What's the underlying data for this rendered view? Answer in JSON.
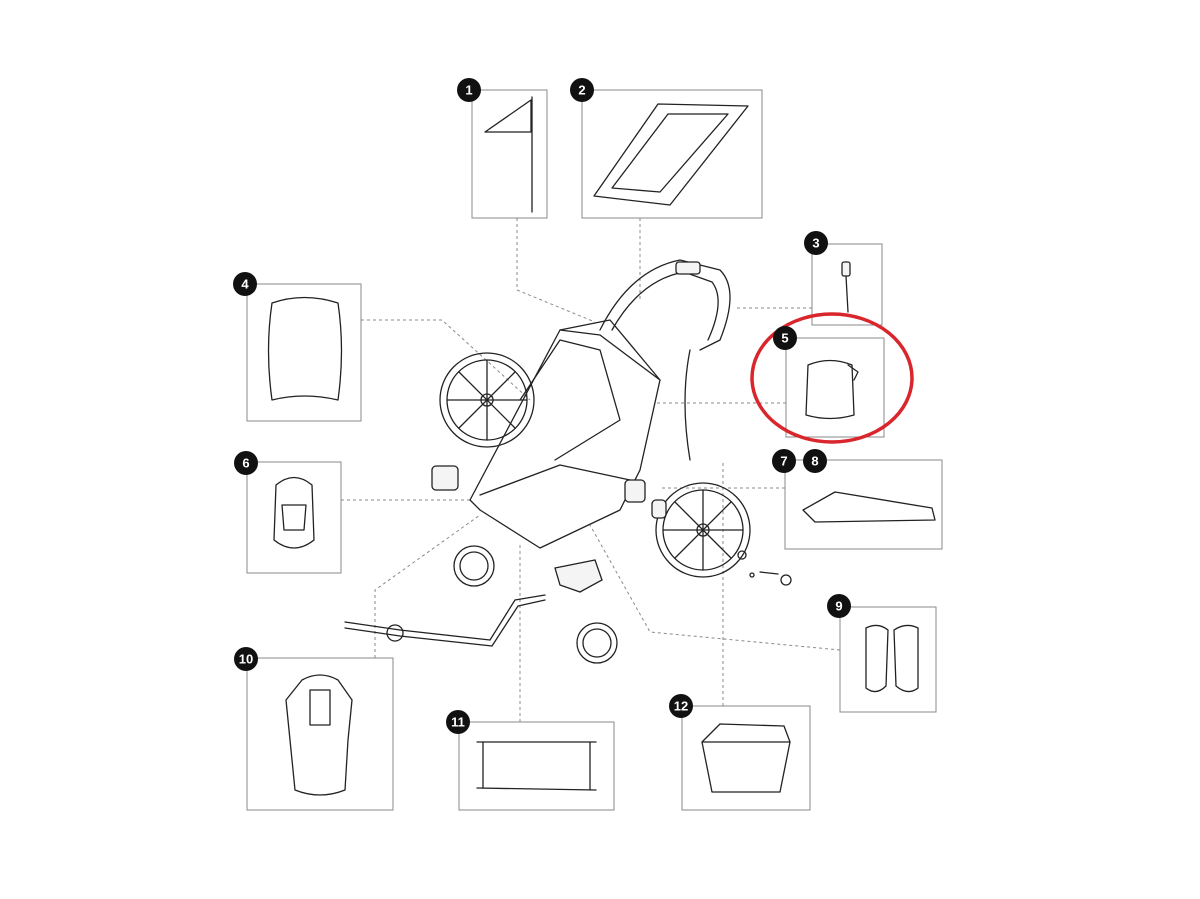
{
  "diagram": {
    "title": "Parts diagram",
    "highlight_color": "#d9262c",
    "highlighted_part": "5",
    "parts": [
      {
        "id": "1",
        "label": "1"
      },
      {
        "id": "2",
        "label": "2"
      },
      {
        "id": "3",
        "label": "3"
      },
      {
        "id": "4",
        "label": "4"
      },
      {
        "id": "5",
        "label": "5"
      },
      {
        "id": "6",
        "label": "6"
      },
      {
        "id": "7",
        "label": "7"
      },
      {
        "id": "8",
        "label": "8"
      },
      {
        "id": "9",
        "label": "9"
      },
      {
        "id": "10",
        "label": "10"
      },
      {
        "id": "11",
        "label": "11"
      },
      {
        "id": "12",
        "label": "12"
      }
    ]
  }
}
